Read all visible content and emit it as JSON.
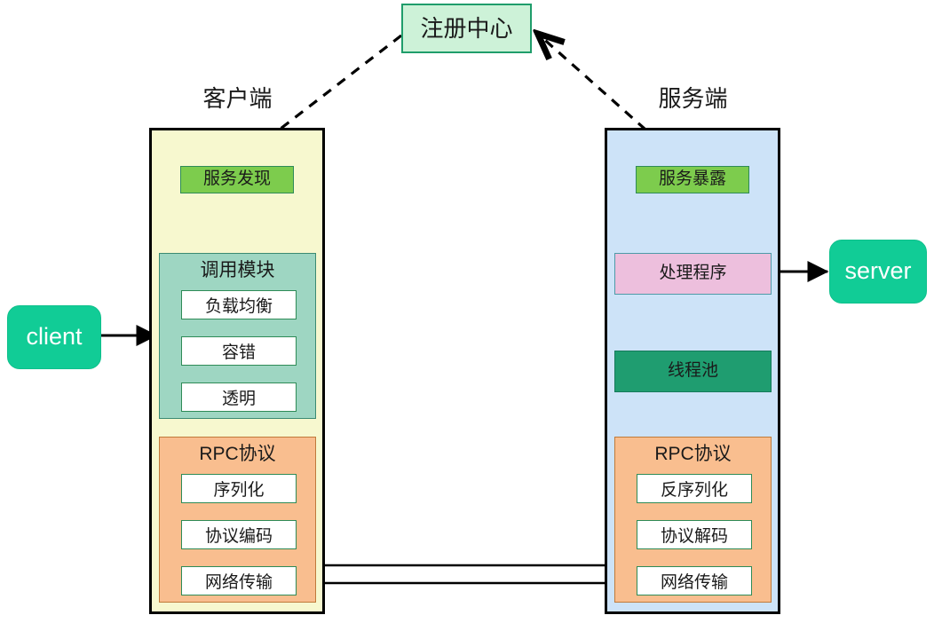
{
  "diagram": {
    "registry": {
      "label": "注册中心"
    },
    "endpoints": {
      "client": {
        "label": "client"
      },
      "server": {
        "label": "server"
      }
    },
    "captions": {
      "client": "客户端",
      "server": "服务端"
    },
    "client_panel": {
      "discovery": {
        "label": "服务发现"
      },
      "invoke_module": {
        "title": "调用模块",
        "items": [
          {
            "label": "负载均衡"
          },
          {
            "label": "容错"
          },
          {
            "label": "透明"
          }
        ]
      },
      "rpc": {
        "title": "RPC协议",
        "items": [
          {
            "label": "序列化"
          },
          {
            "label": "协议编码"
          },
          {
            "label": "网络传输"
          }
        ]
      }
    },
    "server_panel": {
      "expose": {
        "label": "服务暴露"
      },
      "handler": {
        "label": "处理程序"
      },
      "thread_pool": {
        "label": "线程池"
      },
      "rpc": {
        "title": "RPC协议",
        "items": [
          {
            "label": "反序列化"
          },
          {
            "label": "协议解码"
          },
          {
            "label": "网络传输"
          }
        ]
      }
    },
    "colors": {
      "registry_fill": "#cdf2d8",
      "registry_stroke": "#1f9d6b",
      "endpoint_fill": "#11cc96",
      "client_panel_fill": "#f7f8cf",
      "server_panel_fill": "#cde3f8",
      "green_block": "#7dcc4d",
      "pink_block": "#edbfdd",
      "teal_block": "#1f9d70",
      "invoke_group": "#9ed6c2",
      "rpc_group": "#f9be8f",
      "connector": "#000000"
    }
  }
}
